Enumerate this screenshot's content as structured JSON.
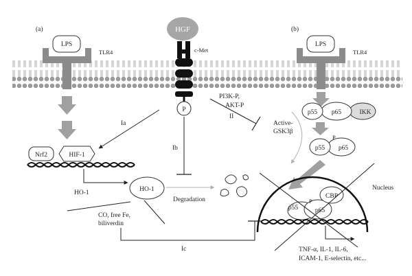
{
  "panels": {
    "a": "(a)",
    "b": "(b)"
  },
  "left": {
    "lps": "LPS",
    "tlr4": "TLR4",
    "hgf": "HGF",
    "cmet": "c-Met",
    "p": "P",
    "nrf2": "Nrf2",
    "hif1": "HIF-1",
    "ho1_gene": "HO-1",
    "ho1_protein": "HO-1",
    "degradation": "Degradation",
    "co_line1": "CO, free Fe,",
    "co_line2": "biliverdin",
    "ia": "Ia",
    "ib": "Ib",
    "ic": "Ic",
    "ii": "II",
    "pi3k": "PI3K-P,",
    "akt": "AKT-P"
  },
  "right": {
    "lps": "LPS",
    "tlr4": "TLR4",
    "p55": "p55",
    "p65": "p65",
    "ikk": "IKK",
    "p": "P",
    "gsk_line1": "Active-",
    "gsk_line2": "GSK3β",
    "nucleus": "Nucleus",
    "cbp": "CBP",
    "genes_line1": "TNF-α, IL-1, IL-6,",
    "genes_line2": "ICAM-1, E-selectin, etc..."
  },
  "colors": {
    "receptor": "#8c8c8c",
    "hgf": "#a6a6a6",
    "cmet": "#111111",
    "membrane": "#9a9a9a",
    "arrow_gray": "#a0a0a0",
    "ikk_fill": "#dcdcdc"
  }
}
